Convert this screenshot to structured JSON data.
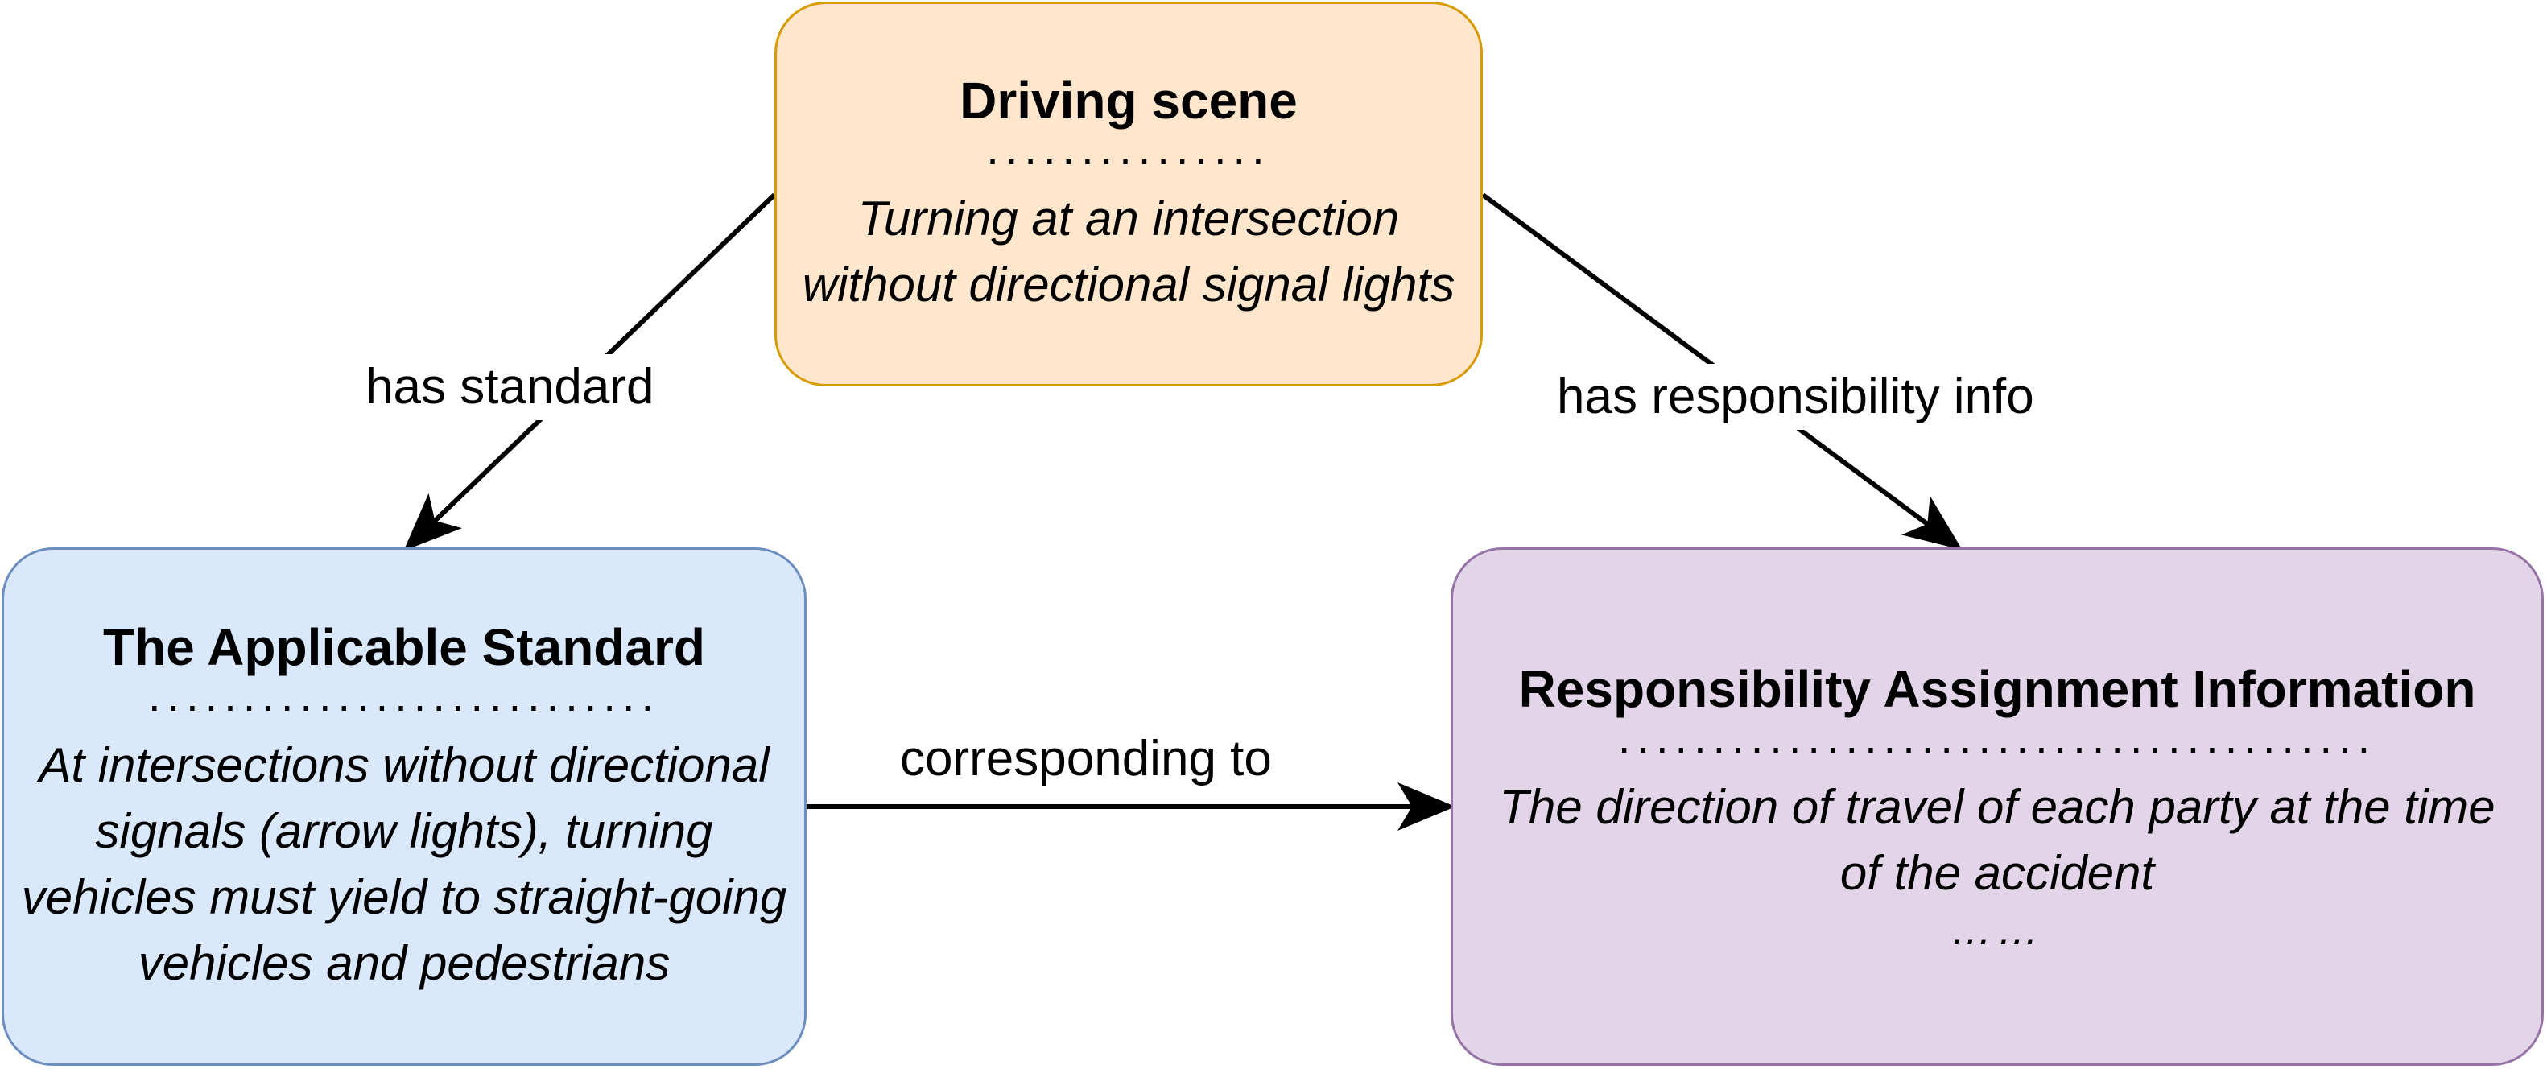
{
  "colors": {
    "driving_fill": "#ffe6cc",
    "driving_border": "#d79b00",
    "standard_fill": "#dae8fc",
    "standard_border": "#6c8ebf",
    "responsibility_fill": "#e1d5e7",
    "responsibility_border": "#9673a6",
    "edge": "#000000"
  },
  "nodes": {
    "driving_scene": {
      "title": "Driving scene",
      "dots": "...............",
      "body": "Turning at an intersection without directional signal lights"
    },
    "applicable_standard": {
      "title": "The Applicable Standard",
      "dots": "...........................",
      "body": "At intersections without directional signals (arrow lights), turning vehicles must yield to straight-going vehicles and pedestrians"
    },
    "responsibility_info": {
      "title": "Responsibility Assignment Information",
      "dots": "........................................",
      "body": "The direction of travel of each party at the time of the accident",
      "extra": "……"
    }
  },
  "edges": {
    "has_standard": "has standard",
    "has_responsibility": "has responsibility info",
    "corresponding": "corresponding to"
  }
}
